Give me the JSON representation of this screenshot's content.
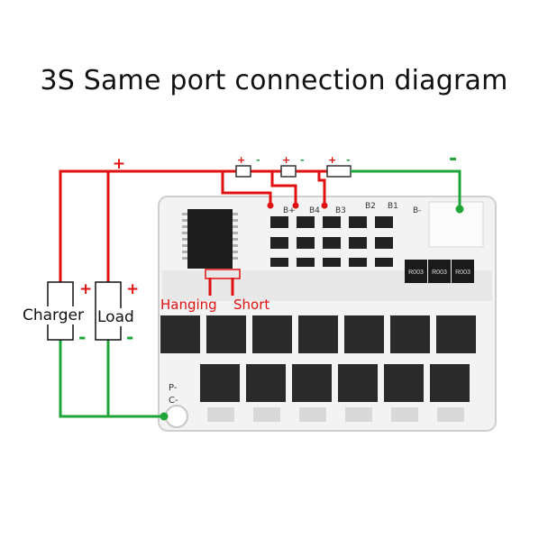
{
  "title": "3S Same port connection diagram",
  "labels": {
    "charger": "Charger",
    "load": "Load",
    "hanging": "Hanging",
    "short": "Short",
    "plus": "+",
    "minus": "-"
  },
  "board_labels": {
    "b_plus": "B+",
    "b4": "B4",
    "b3": "B3",
    "b2": "B2",
    "b1": "B1",
    "b_minus": "B-",
    "p_minus": "P-",
    "c_minus": "C-"
  },
  "resistor_marks": [
    "R003",
    "R003",
    "R003"
  ],
  "colors": {
    "positive_wire": "#e01010",
    "negative_wire": "#1ea53a",
    "board": "#f2f2f2",
    "mosfet": "#2a2a2a",
    "chip": "#1c1c1c"
  }
}
